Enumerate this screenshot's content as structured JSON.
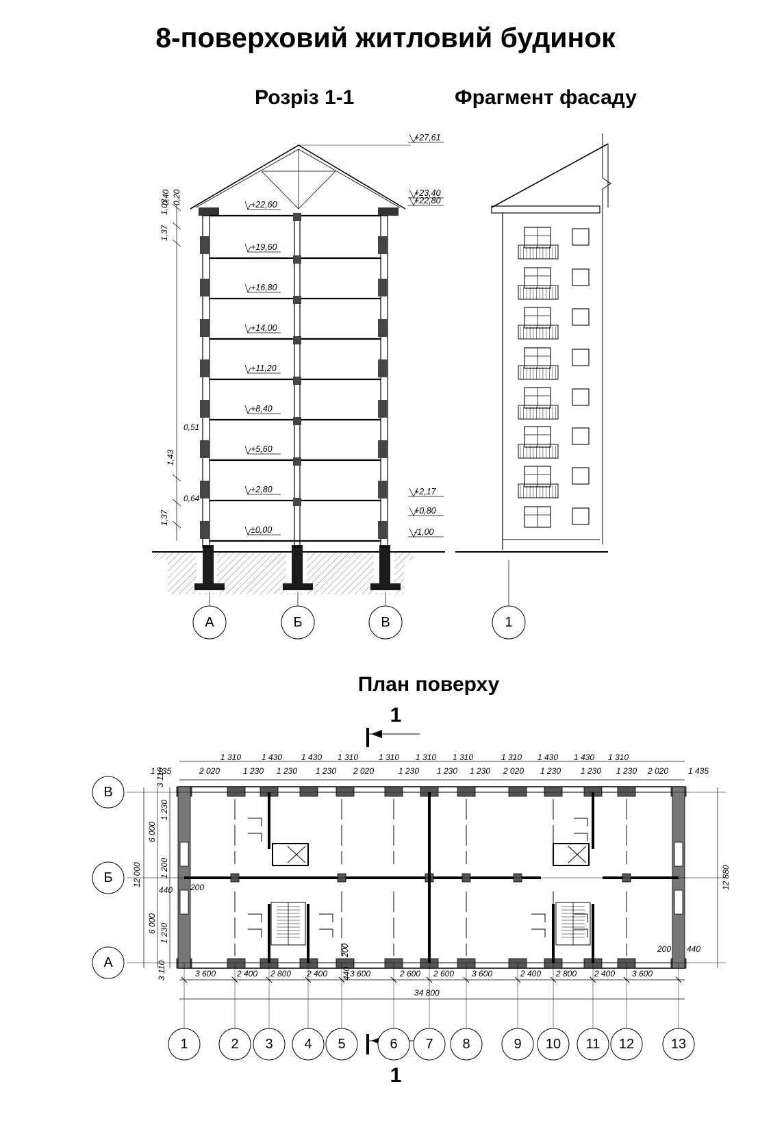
{
  "title": "8-поверховий житловий будинок",
  "subtitles": {
    "section": "Розріз 1-1",
    "facade": "Фрагмент фасаду",
    "plan": "План поверху"
  },
  "section": {
    "levels_inside": [
      "+22,60",
      "+19,60",
      "+16,80",
      "+14,00",
      "+11,20",
      "+8,40",
      "+5,60",
      "+2,80",
      "±0,00"
    ],
    "levels_right": [
      "+27,61",
      "+23,40",
      "+22,80",
      "+2,17",
      "+0,80",
      "-1,00"
    ],
    "left_dims": [
      "0,40",
      "0,20",
      "1,03",
      "1,37",
      "0,51",
      "1,43",
      "0,64",
      "1,37"
    ],
    "axes": [
      "А",
      "Б",
      "В"
    ]
  },
  "facade": {
    "axis": "1"
  },
  "plan": {
    "cut_label": "1",
    "axes_letters": [
      "В",
      "Б",
      "А"
    ],
    "axes_numbers": [
      "1",
      "2",
      "3",
      "4",
      "5",
      "6",
      "7",
      "8",
      "9",
      "10",
      "11",
      "12",
      "13"
    ],
    "top_dims_upper": [
      "1 310",
      "1 430",
      "1 430",
      "1 310",
      "1 310",
      "1 310",
      "1 310",
      "1 310",
      "1 430",
      "1 430",
      "1 310"
    ],
    "top_dims_lower": [
      "2 020",
      "1 230",
      "1 230",
      "1 230",
      "2 020",
      "1 230",
      "1 230",
      "1 230",
      "2 020",
      "1 230",
      "1 230",
      "1 230",
      "2 020"
    ],
    "top_corner_left": "1 135",
    "top_corner_left2": "3 110",
    "top_corner_right": "1 435",
    "bottom_dims": [
      "3 600",
      "2 400",
      "2 800",
      "2 400",
      "3 600",
      "2 600",
      "2 600",
      "3 600",
      "2 400",
      "2 800",
      "2 400",
      "3 600"
    ],
    "bottom_total": "34 800",
    "bottom_corner": "3 110",
    "left_dims_outer": [
      "6 000",
      "12 000",
      "6 000"
    ],
    "left_dims_inner": [
      "1 230",
      "1 200",
      "1 230"
    ],
    "left_small": [
      "440",
      "200"
    ],
    "right_total": "12 880",
    "inner_notes": [
      "200",
      "440",
      "200",
      "440"
    ]
  }
}
